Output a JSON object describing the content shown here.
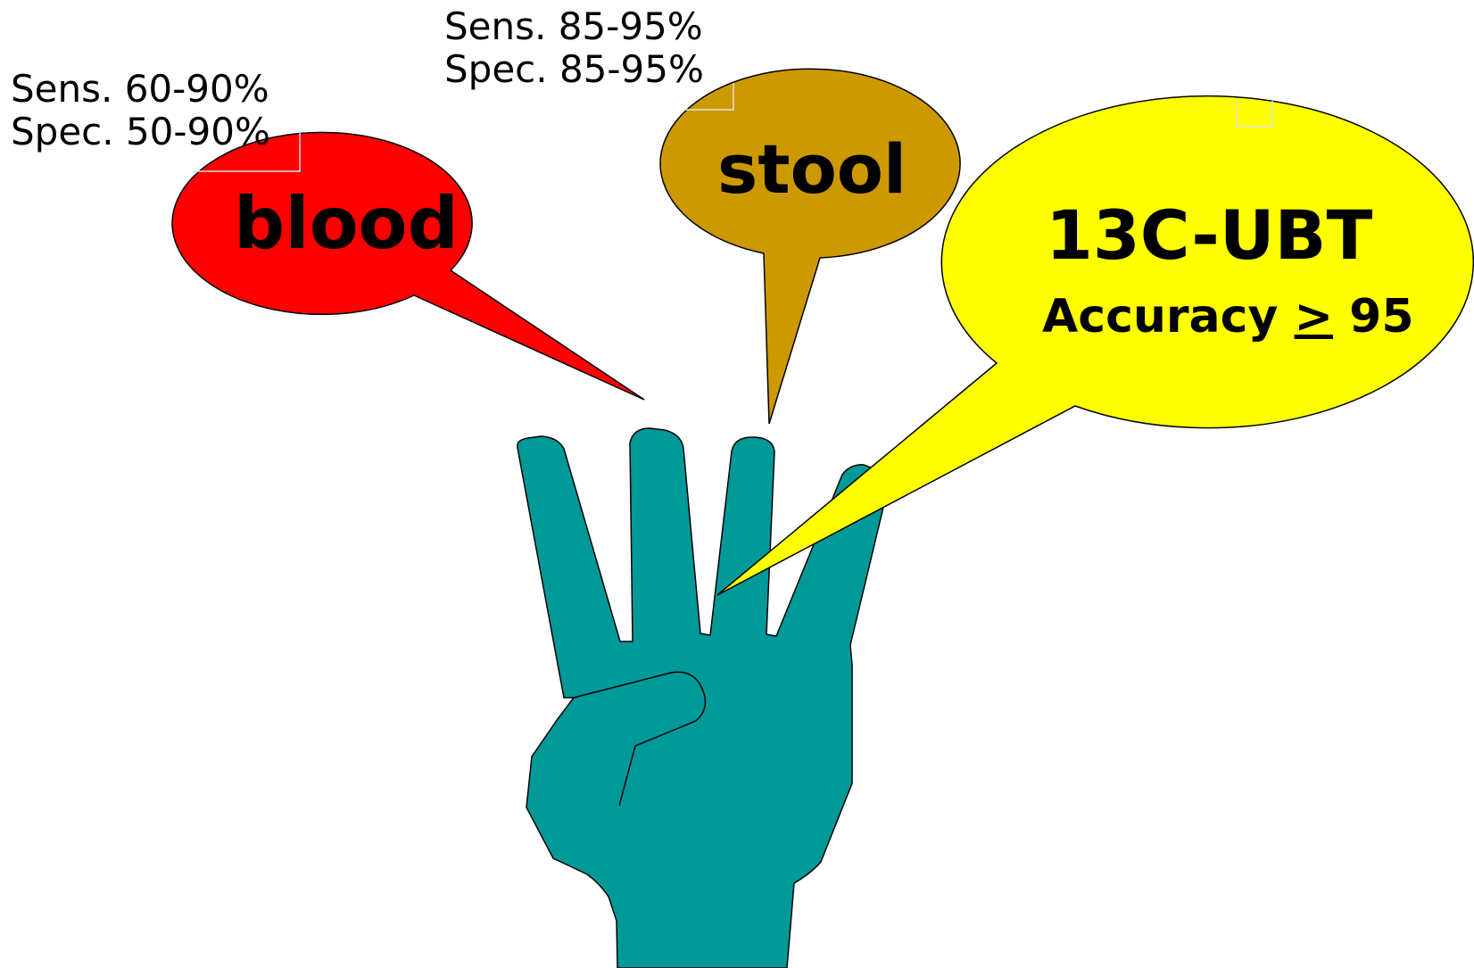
{
  "blood": {
    "label": "blood",
    "sens": "Sens. 60-90%",
    "spec": "Spec. 50-90%",
    "color": "#ff0000"
  },
  "stool": {
    "label": "stool",
    "sens": "Sens. 85-95%",
    "spec": "Spec. 85-95%",
    "color": "#cc9900"
  },
  "ubt": {
    "label": "13C-UBT",
    "accuracy_prefix": "Accuracy ",
    "accuracy_symbol": ">",
    "accuracy_value": " 95",
    "color": "#ffff00"
  },
  "hand": {
    "icon": "hand-four-fingers-icon",
    "color": "#009999"
  }
}
